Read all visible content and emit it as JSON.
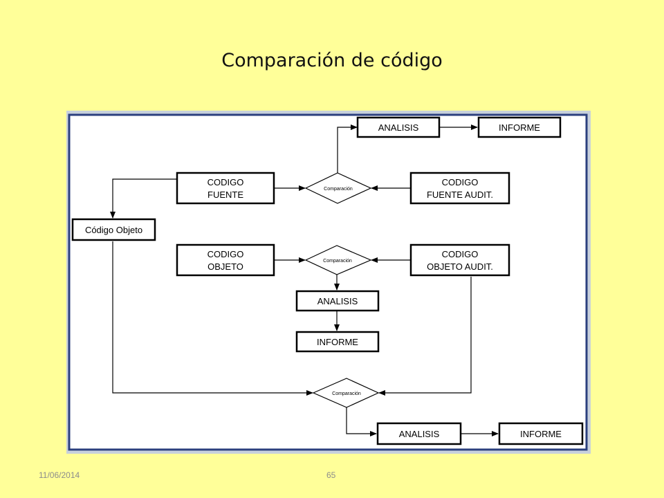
{
  "title": "Comparación de código",
  "footer": {
    "date": "11/06/2014",
    "page": "65"
  },
  "colors": {
    "background": "#ffff99",
    "frame": "#2b3f7e",
    "canvas": "#ffffff",
    "stroke": "#000000"
  },
  "diagram": {
    "top_analisis": "ANALISIS",
    "top_informe": "INFORME",
    "codigo_fuente": [
      "CODIGO",
      "FUENTE"
    ],
    "codigo_fuente_audit": [
      "CODIGO",
      "FUENTE AUDIT."
    ],
    "comparacion_1": "Comparación",
    "codigo_objeto_small": "Código Objeto",
    "codigo_objeto": [
      "CODIGO",
      "OBJETO"
    ],
    "codigo_objeto_audit": [
      "CODIGO",
      "OBJETO AUDIT."
    ],
    "comparacion_2": "Comparación",
    "mid_analisis": "ANALISIS",
    "mid_informe": "INFORME",
    "comparacion_3": "Comparación",
    "bottom_analisis": "ANALISIS",
    "bottom_informe": "INFORME"
  }
}
